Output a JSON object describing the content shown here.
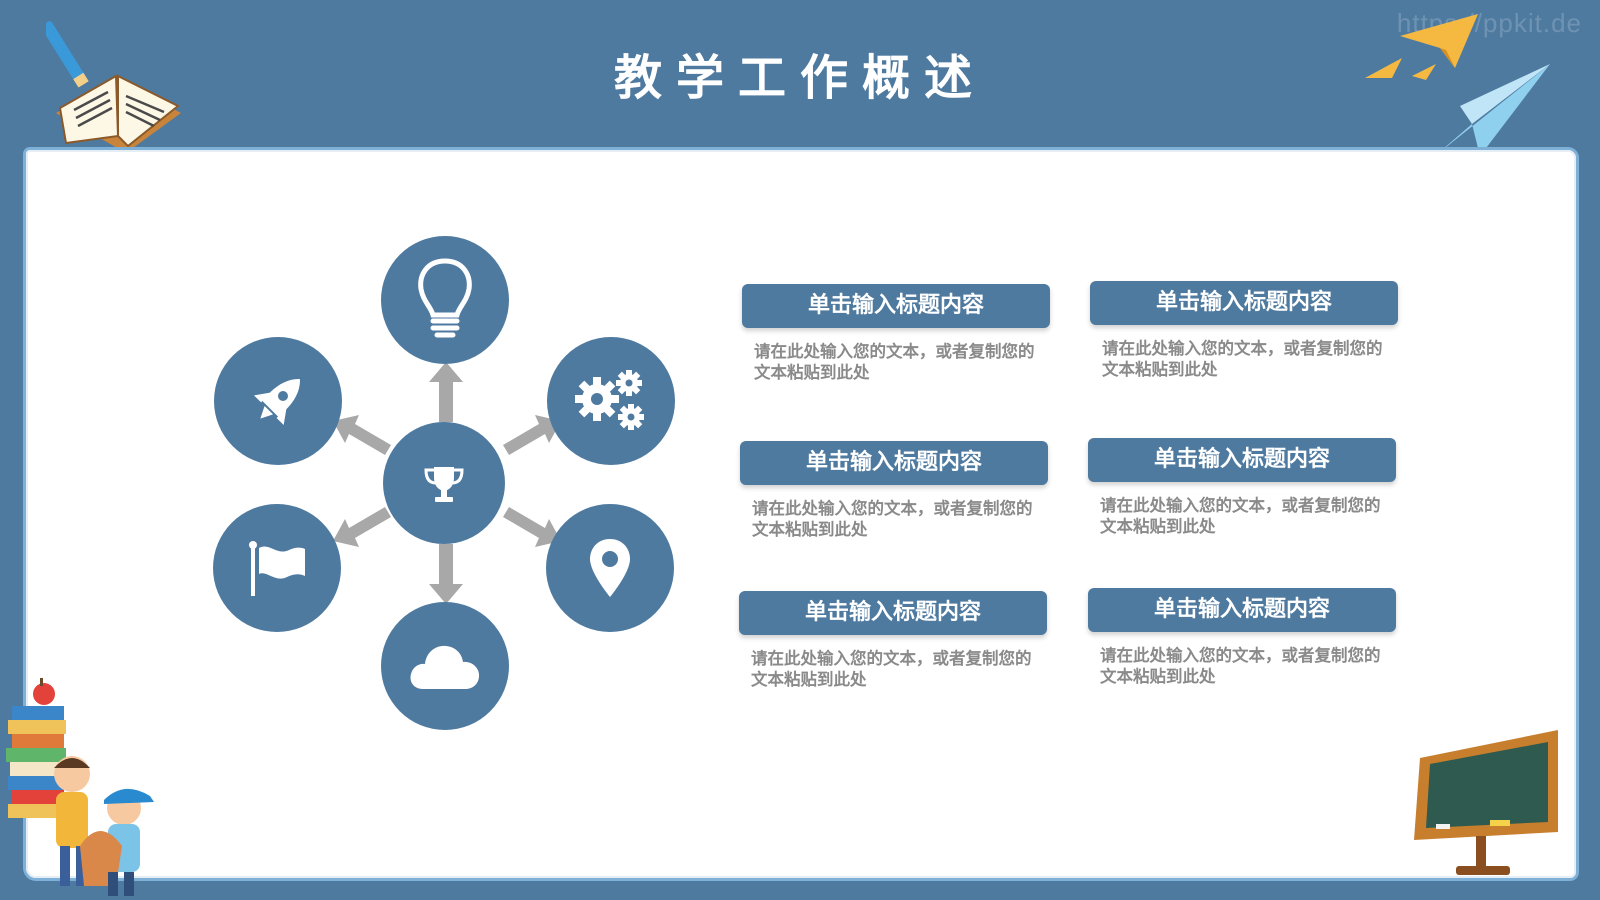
{
  "page": {
    "title": "教学工作概述",
    "watermark": "https://ppkit.de"
  },
  "theme": {
    "primary": "#4f7aa0",
    "arrow": "#a8a8a8",
    "body_text": "#8a8a8a",
    "board": "#ffffff"
  },
  "diagram": {
    "center_icon": "trophy-icon",
    "nodes": [
      {
        "icon": "lightbulb-icon"
      },
      {
        "icon": "gears-icon"
      },
      {
        "icon": "location-pin-icon"
      },
      {
        "icon": "cloud-icon"
      },
      {
        "icon": "flag-icon"
      },
      {
        "icon": "rocket-icon"
      }
    ]
  },
  "cards": [
    {
      "title": "单击输入标题内容",
      "text": "请在此处输入您的文本，或者复制您的文本粘贴到此处"
    },
    {
      "title": "单击输入标题内容",
      "text": "请在此处输入您的文本，或者复制您的文本粘贴到此处"
    },
    {
      "title": "单击输入标题内容",
      "text": "请在此处输入您的文本，或者复制您的文本粘贴到此处"
    },
    {
      "title": "单击输入标题内容",
      "text": "请在此处输入您的文本，或者复制您的文本粘贴到此处"
    },
    {
      "title": "单击输入标题内容",
      "text": "请在此处输入您的文本，或者复制您的文本粘贴到此处"
    },
    {
      "title": "单击输入标题内容",
      "text": "请在此处输入您的文本，或者复制您的文本粘贴到此处"
    }
  ]
}
